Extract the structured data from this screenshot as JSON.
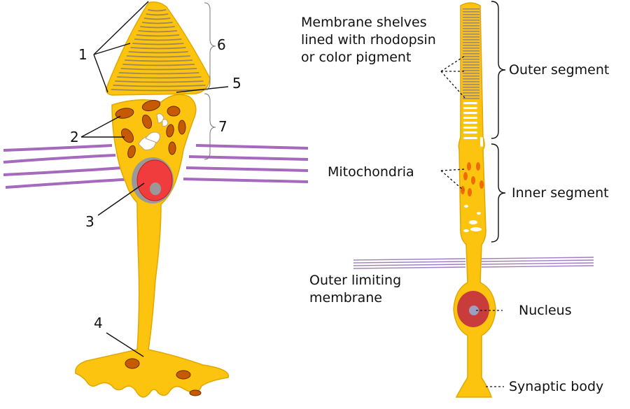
{
  "left_cell": {
    "numbers": [
      "1",
      "2",
      "3",
      "4",
      "5",
      "6",
      "7"
    ]
  },
  "right_cell": {
    "labels": {
      "shelves_line1": "Membrane shelves",
      "shelves_line2": "lined with rhodopsin",
      "shelves_line3": "or color pigment",
      "outer_segment": "Outer segment",
      "mitochondria": "Mitochondria",
      "inner_segment": "Inner segment",
      "olm_line1": "Outer limiting",
      "olm_line2": "membrane",
      "nucleus": "Nucleus",
      "synaptic_body": "Synaptic body"
    }
  },
  "colors": {
    "cell_body": "#fcc30f",
    "mitochondria": "#c65a00",
    "nucleus": "#f03c3c",
    "nucleus_right": "#c83c3c",
    "membrane": "#a569bd"
  }
}
